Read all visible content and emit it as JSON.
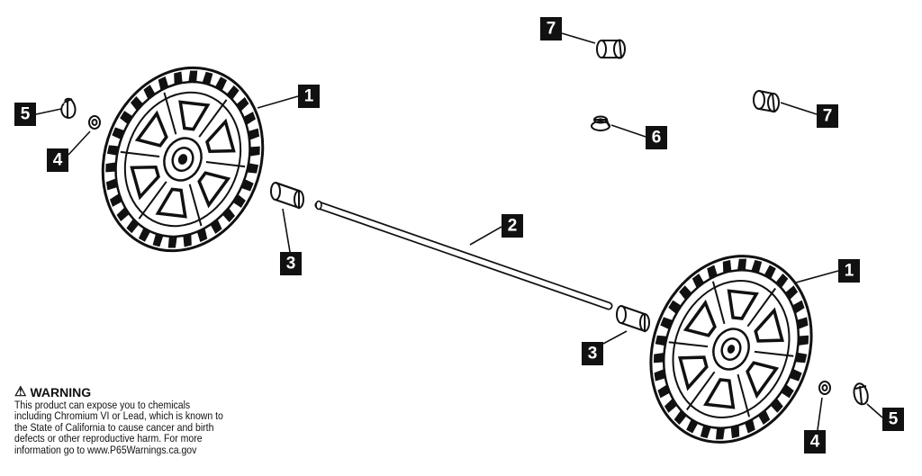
{
  "callouts": {
    "wheel_left": "1",
    "wheel_right": "1",
    "axle": "2",
    "spacer_left": "3",
    "spacer_right": "3",
    "washer_left": "4",
    "washer_right": "4",
    "clip_left": "5",
    "clip_right": "5",
    "grommet": "6",
    "cap_top": "7",
    "cap_right": "7"
  },
  "warning": {
    "icon": "warning-triangle-icon",
    "title": "WARNING",
    "lines": [
      "This product can expose you to chemicals",
      "including Chromium VI or Lead, which is known to",
      "the State of California to cause cancer and birth",
      "defects or other reproductive harm.  For more",
      "information go to www.P65Warnings.ca.gov"
    ]
  }
}
